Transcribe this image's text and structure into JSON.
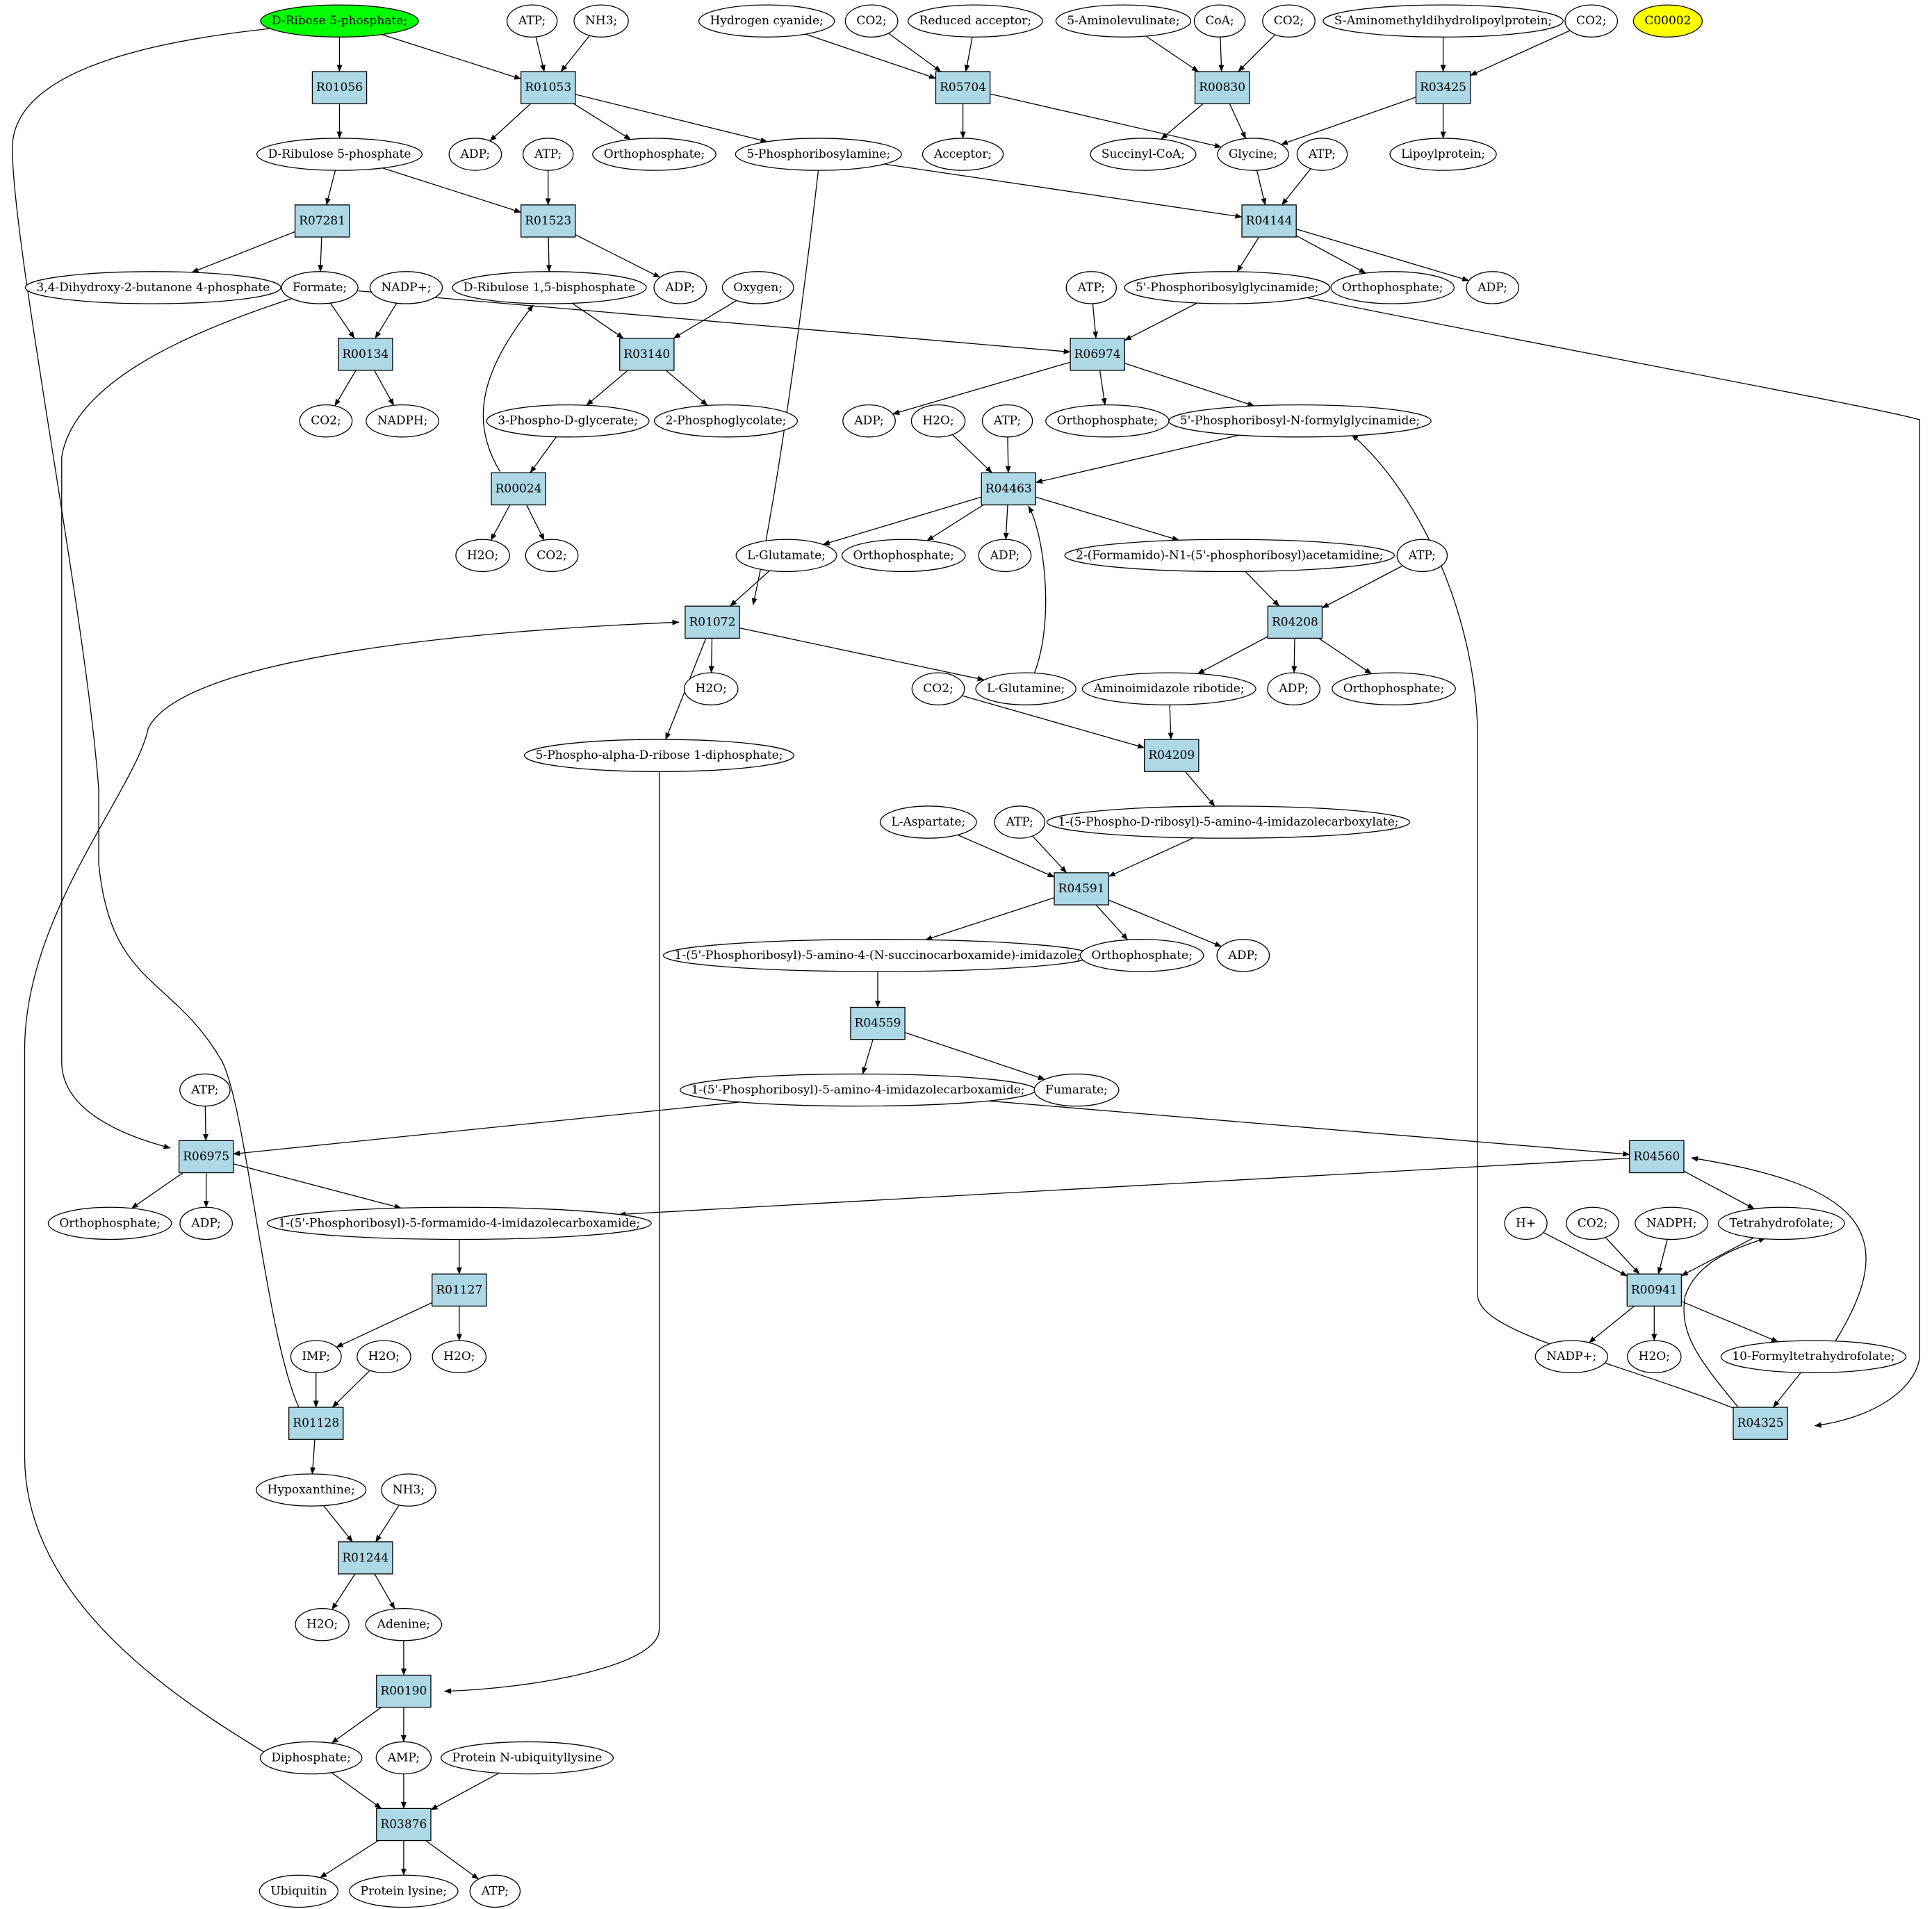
{
  "colors": {
    "reaction_fill": "#add8e6",
    "compound_fill": "#ffffff",
    "start_compound_fill": "#00ff00",
    "target_compound_fill": "#ffff00",
    "stroke": "#000000"
  },
  "compounds": [
    {
      "id": "c1",
      "label": "D-Ribose 5-phosphate;",
      "highlight": "start"
    },
    {
      "id": "c2",
      "label": "ATP;"
    },
    {
      "id": "c3",
      "label": "NH3;"
    },
    {
      "id": "c4",
      "label": "Hydrogen cyanide;"
    },
    {
      "id": "c5",
      "label": "CO2;"
    },
    {
      "id": "c6",
      "label": "Reduced acceptor;"
    },
    {
      "id": "c7",
      "label": "5-Aminolevulinate;"
    },
    {
      "id": "c8",
      "label": "CoA;"
    },
    {
      "id": "c9",
      "label": "CO2;"
    },
    {
      "id": "c10",
      "label": "S-Aminomethyldihydrolipoylprotein;"
    },
    {
      "id": "c11",
      "label": "CO2;"
    },
    {
      "id": "c12",
      "label": "C00002",
      "highlight": "target"
    },
    {
      "id": "c13",
      "label": "D-Ribulose 5-phosphate"
    },
    {
      "id": "c14",
      "label": "ADP;"
    },
    {
      "id": "c15",
      "label": "Orthophosphate;"
    },
    {
      "id": "c16",
      "label": "5-Phosphoribosylamine;"
    },
    {
      "id": "c17",
      "label": "Acceptor;"
    },
    {
      "id": "c18",
      "label": "Succinyl-CoA;"
    },
    {
      "id": "c19",
      "label": "Glycine;"
    },
    {
      "id": "c20",
      "label": "ATP;"
    },
    {
      "id": "c21",
      "label": "Lipoylprotein;"
    },
    {
      "id": "c22",
      "label": "ATP;"
    },
    {
      "id": "c23",
      "label": "3,4-Dihydroxy-2-butanone 4-phosphate"
    },
    {
      "id": "c24",
      "label": "Formate;"
    },
    {
      "id": "c25",
      "label": "NADP+;"
    },
    {
      "id": "c26",
      "label": "D-Ribulose 1,5-bisphosphate"
    },
    {
      "id": "c27",
      "label": "ADP;"
    },
    {
      "id": "c28",
      "label": "Oxygen;"
    },
    {
      "id": "c29",
      "label": "5'-Phosphoribosylglycinamide;"
    },
    {
      "id": "c30",
      "label": "Orthophosphate;"
    },
    {
      "id": "c31",
      "label": "ADP;"
    },
    {
      "id": "c32",
      "label": "ATP;"
    },
    {
      "id": "c33",
      "label": "CO2;"
    },
    {
      "id": "c34",
      "label": "NADPH;"
    },
    {
      "id": "c35",
      "label": "3-Phospho-D-glycerate;"
    },
    {
      "id": "c36",
      "label": "2-Phosphoglycolate;"
    },
    {
      "id": "c37",
      "label": "ADP;"
    },
    {
      "id": "c38",
      "label": "H2O;"
    },
    {
      "id": "c39",
      "label": "ATP;"
    },
    {
      "id": "c40",
      "label": "Orthophosphate;"
    },
    {
      "id": "c41",
      "label": "5'-Phosphoribosyl-N-formylglycinamide;"
    },
    {
      "id": "c42",
      "label": "H2O;"
    },
    {
      "id": "c43",
      "label": "CO2;"
    },
    {
      "id": "c44",
      "label": "L-Glutamate;"
    },
    {
      "id": "c45",
      "label": "Orthophosphate;"
    },
    {
      "id": "c46",
      "label": "ADP;"
    },
    {
      "id": "c47",
      "label": "2-(Formamido)-N1-(5'-phosphoribosyl)acetamidine;"
    },
    {
      "id": "c48",
      "label": "ATP;"
    },
    {
      "id": "c49",
      "label": "H2O;"
    },
    {
      "id": "c50",
      "label": "CO2;"
    },
    {
      "id": "c51",
      "label": "L-Glutamine;"
    },
    {
      "id": "c52",
      "label": "Aminoimidazole ribotide;"
    },
    {
      "id": "c53",
      "label": "ADP;"
    },
    {
      "id": "c54",
      "label": "Orthophosphate;"
    },
    {
      "id": "c55",
      "label": "5-Phospho-alpha-D-ribose 1-diphosphate;"
    },
    {
      "id": "c56",
      "label": "L-Aspartate;"
    },
    {
      "id": "c57",
      "label": "ATP;"
    },
    {
      "id": "c58",
      "label": "1-(5-Phospho-D-ribosyl)-5-amino-4-imidazolecarboxylate;"
    },
    {
      "id": "c59",
      "label": "1-(5'-Phosphoribosyl)-5-amino-4-(N-succinocarboxamide)-imidazole;"
    },
    {
      "id": "c60",
      "label": "Orthophosphate;"
    },
    {
      "id": "c61",
      "label": "ADP;"
    },
    {
      "id": "c62",
      "label": "1-(5'-Phosphoribosyl)-5-amino-4-imidazolecarboxamide;"
    },
    {
      "id": "c63",
      "label": "Fumarate;"
    },
    {
      "id": "c64",
      "label": "ATP;"
    },
    {
      "id": "c65",
      "label": "Orthophosphate;"
    },
    {
      "id": "c66",
      "label": "ADP;"
    },
    {
      "id": "c67",
      "label": "1-(5'-Phosphoribosyl)-5-formamido-4-imidazolecarboxamide;"
    },
    {
      "id": "c68",
      "label": "H+"
    },
    {
      "id": "c69",
      "label": "CO2;"
    },
    {
      "id": "c70",
      "label": "NADPH;"
    },
    {
      "id": "c71",
      "label": "Tetrahydrofolate;"
    },
    {
      "id": "c72",
      "label": "IMP;"
    },
    {
      "id": "c73",
      "label": "H2O;"
    },
    {
      "id": "c74",
      "label": "H2O;"
    },
    {
      "id": "c75",
      "label": "NADP+;"
    },
    {
      "id": "c76",
      "label": "H2O;"
    },
    {
      "id": "c77",
      "label": "10-Formyltetrahydrofolate;"
    },
    {
      "id": "c78",
      "label": "Hypoxanthine;"
    },
    {
      "id": "c79",
      "label": "NH3;"
    },
    {
      "id": "c80",
      "label": "H2O;"
    },
    {
      "id": "c81",
      "label": "Adenine;"
    },
    {
      "id": "c82",
      "label": "Diphosphate;"
    },
    {
      "id": "c83",
      "label": "AMP;"
    },
    {
      "id": "c84",
      "label": "Protein N-ubiquityllysine"
    },
    {
      "id": "c85",
      "label": "Ubiquitin"
    },
    {
      "id": "c86",
      "label": "Protein lysine;"
    },
    {
      "id": "c87",
      "label": "ATP;"
    }
  ],
  "reactions": [
    {
      "id": "r1",
      "label": "R01056"
    },
    {
      "id": "r2",
      "label": "R01053"
    },
    {
      "id": "r3",
      "label": "R05704"
    },
    {
      "id": "r4",
      "label": "R00830"
    },
    {
      "id": "r5",
      "label": "R03425"
    },
    {
      "id": "r6",
      "label": "R07281"
    },
    {
      "id": "r7",
      "label": "R01523"
    },
    {
      "id": "r8",
      "label": "R04144"
    },
    {
      "id": "r9",
      "label": "R00134"
    },
    {
      "id": "r10",
      "label": "R03140"
    },
    {
      "id": "r11",
      "label": "R06974"
    },
    {
      "id": "r12",
      "label": "R00024"
    },
    {
      "id": "r13",
      "label": "R04463"
    },
    {
      "id": "r14",
      "label": "R01072"
    },
    {
      "id": "r15",
      "label": "R04208"
    },
    {
      "id": "r16",
      "label": "R04209"
    },
    {
      "id": "r17",
      "label": "R04591"
    },
    {
      "id": "r18",
      "label": "R04559"
    },
    {
      "id": "r19",
      "label": "R06975"
    },
    {
      "id": "r20",
      "label": "R04560"
    },
    {
      "id": "r21",
      "label": "R01127"
    },
    {
      "id": "r22",
      "label": "R00941"
    },
    {
      "id": "r23",
      "label": "R01128"
    },
    {
      "id": "r24",
      "label": "R04325"
    },
    {
      "id": "r25",
      "label": "R01244"
    },
    {
      "id": "r26",
      "label": "R00190"
    },
    {
      "id": "r27",
      "label": "R03876"
    }
  ],
  "edges": [
    [
      "c1",
      "r1"
    ],
    [
      "c1",
      "r2"
    ],
    [
      "c2",
      "r2"
    ],
    [
      "c3",
      "r2"
    ],
    [
      "c4",
      "r3"
    ],
    [
      "c5",
      "r3"
    ],
    [
      "c6",
      "r3"
    ],
    [
      "c7",
      "r4"
    ],
    [
      "c8",
      "r4"
    ],
    [
      "c9",
      "r4"
    ],
    [
      "c10",
      "r5"
    ],
    [
      "c11",
      "r5"
    ],
    [
      "r1",
      "c13"
    ],
    [
      "r2",
      "c14"
    ],
    [
      "r2",
      "c15"
    ],
    [
      "r2",
      "c16"
    ],
    [
      "r3",
      "c17"
    ],
    [
      "r3",
      "c19"
    ],
    [
      "r4",
      "c18"
    ],
    [
      "r4",
      "c19"
    ],
    [
      "r5",
      "c19"
    ],
    [
      "r5",
      "c21"
    ],
    [
      "c13",
      "r6"
    ],
    [
      "c13",
      "r7"
    ],
    [
      "c22",
      "r7"
    ],
    [
      "r6",
      "c23"
    ],
    [
      "r6",
      "c24"
    ],
    [
      "r7",
      "c26"
    ],
    [
      "r7",
      "c27"
    ],
    [
      "c16",
      "r8"
    ],
    [
      "c19",
      "r8"
    ],
    [
      "c20",
      "r8"
    ],
    [
      "r8",
      "c29"
    ],
    [
      "r8",
      "c30"
    ],
    [
      "r8",
      "c31"
    ],
    [
      "c24",
      "r9"
    ],
    [
      "c25",
      "r9"
    ],
    [
      "r9",
      "c33"
    ],
    [
      "r9",
      "c34"
    ],
    [
      "c26",
      "r10"
    ],
    [
      "c28",
      "r10"
    ],
    [
      "r10",
      "c35"
    ],
    [
      "r10",
      "c36"
    ],
    [
      "c24",
      "r11"
    ],
    [
      "c29",
      "r11"
    ],
    [
      "c32",
      "r11"
    ],
    [
      "r11",
      "c37"
    ],
    [
      "r11",
      "c40"
    ],
    [
      "r11",
      "c41"
    ],
    [
      "c35",
      "r12"
    ],
    [
      "r12",
      "c42"
    ],
    [
      "r12",
      "c43"
    ],
    [
      "r12",
      "c26"
    ],
    [
      "c41",
      "r13"
    ],
    [
      "c38",
      "r13"
    ],
    [
      "c39",
      "r13"
    ],
    [
      "c51",
      "r13"
    ],
    [
      "r13",
      "c44"
    ],
    [
      "r13",
      "c45"
    ],
    [
      "r13",
      "c46"
    ],
    [
      "r13",
      "c47"
    ],
    [
      "c16",
      "r14"
    ],
    [
      "c44",
      "r14"
    ],
    [
      "c82",
      "r14"
    ],
    [
      "r14",
      "c49"
    ],
    [
      "r14",
      "c51"
    ],
    [
      "r14",
      "c55"
    ],
    [
      "c47",
      "r15"
    ],
    [
      "c48",
      "r15"
    ],
    [
      "r15",
      "c52"
    ],
    [
      "r15",
      "c53"
    ],
    [
      "r15",
      "c54"
    ],
    [
      "c50",
      "r16"
    ],
    [
      "c52",
      "r16"
    ],
    [
      "r16",
      "c58"
    ],
    [
      "c56",
      "r17"
    ],
    [
      "c57",
      "r17"
    ],
    [
      "c58",
      "r17"
    ],
    [
      "r17",
      "c59"
    ],
    [
      "r17",
      "c60"
    ],
    [
      "r17",
      "c61"
    ],
    [
      "c59",
      "r18"
    ],
    [
      "r18",
      "c62"
    ],
    [
      "r18",
      "c63"
    ],
    [
      "c24",
      "r19"
    ],
    [
      "c64",
      "r19"
    ],
    [
      "c62",
      "r19"
    ],
    [
      "r19",
      "c65"
    ],
    [
      "r19",
      "c66"
    ],
    [
      "r19",
      "c67"
    ],
    [
      "c62",
      "r20"
    ],
    [
      "c77",
      "r20"
    ],
    [
      "r20",
      "c67"
    ],
    [
      "r20",
      "c71"
    ],
    [
      "c67",
      "r21"
    ],
    [
      "r21",
      "c72"
    ],
    [
      "r21",
      "c74"
    ],
    [
      "c68",
      "r22"
    ],
    [
      "c69",
      "r22"
    ],
    [
      "c70",
      "r22"
    ],
    [
      "c71",
      "r22"
    ],
    [
      "r22",
      "c75"
    ],
    [
      "r22",
      "c76"
    ],
    [
      "r22",
      "c77"
    ],
    [
      "c72",
      "r23"
    ],
    [
      "c73",
      "r23"
    ],
    [
      "r23",
      "c78"
    ],
    [
      "r23",
      "c1"
    ],
    [
      "c29",
      "r24"
    ],
    [
      "c77",
      "r24"
    ],
    [
      "r24",
      "c41"
    ],
    [
      "r24",
      "c71"
    ],
    [
      "c78",
      "r25"
    ],
    [
      "c79",
      "r25"
    ],
    [
      "r25",
      "c80"
    ],
    [
      "r25",
      "c81"
    ],
    [
      "c81",
      "r26"
    ],
    [
      "c55",
      "r26"
    ],
    [
      "r26",
      "c82"
    ],
    [
      "r26",
      "c83"
    ],
    [
      "c82",
      "r27"
    ],
    [
      "c83",
      "r27"
    ],
    [
      "c84",
      "r27"
    ],
    [
      "r27",
      "c85"
    ],
    [
      "r27",
      "c86"
    ],
    [
      "r27",
      "c87"
    ]
  ]
}
